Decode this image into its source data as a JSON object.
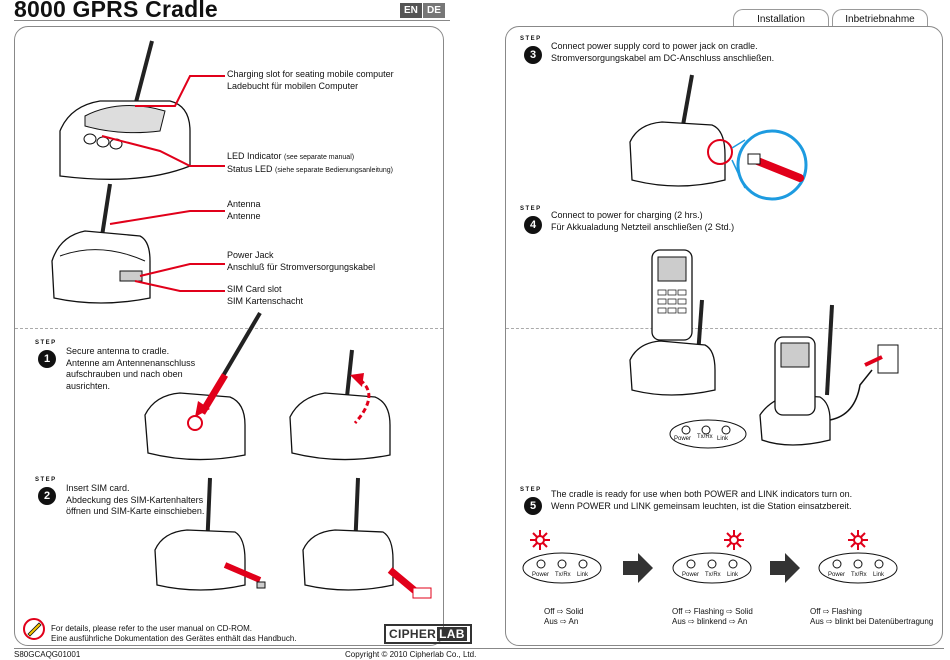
{
  "header": {
    "title": "8000 GPRS Cradle",
    "lang_en": "EN",
    "lang_de": "DE",
    "tab_installation": "Installation",
    "tab_inbetriebnahme": "Inbetriebnahme"
  },
  "left": {
    "callouts": [
      {
        "en": "Charging slot for seating mobile computer",
        "de": "Ladebucht für mobilen Computer"
      },
      {
        "en": "LED Indicator",
        "en_note": "(see separate manual)",
        "de": "Status LED",
        "de_note": "(siehe separate Bedienungsanleitung)"
      },
      {
        "en": "Antenna",
        "de": "Antenne"
      },
      {
        "en": "Power Jack",
        "de": "Anschluß für Stromversorgungskabel"
      },
      {
        "en": "SIM Card slot",
        "de": "SIM Kartenschacht"
      }
    ],
    "step_word": "STEP",
    "step1": {
      "num": "1",
      "lines": [
        "Secure antenna to cradle.",
        "Antenne am Antennenanschluss",
        "aufschrauben und nach oben",
        "ausrichten."
      ]
    },
    "step2": {
      "num": "2",
      "lines": [
        "Insert SIM card.",
        "Abdeckung des SIM-Kartenhalters",
        "öffnen und SIM-Karte einschieben."
      ]
    },
    "footer": {
      "line1": "For details, please refer to the user manual on CD-ROM.",
      "line2": "Eine ausführliche Dokumentation des Gerätes enthält das Handbuch."
    },
    "logo": {
      "a": "CIPHER",
      "b": "LAB"
    }
  },
  "right": {
    "step3": {
      "num": "3",
      "en": "Connect power supply cord to power jack on cradle.",
      "de": "Stromversorgungskabel am DC-Anschluss anschließen."
    },
    "step4": {
      "num": "4",
      "en": "Connect to power for charging (2 hrs.)",
      "de": "Für Akkualadung Netzteil anschließen (2 Std.)"
    },
    "step5": {
      "num": "5",
      "en": "The cradle is ready for use when both POWER and LINK indicators turn on.",
      "de": "Wenn POWER und LINK gemeinsam leuchten, ist die Station einsatzbereit."
    },
    "led_labels": [
      "Power",
      "Tx/Rx",
      "Link"
    ],
    "states": [
      {
        "l1a": "Off",
        "l1b": "Solid",
        "l2a": "Aus",
        "l2b": "An"
      },
      {
        "l1a": "Off",
        "l1b": "Flashing",
        "l1c": "Solid",
        "l2a": "Aus",
        "l2b": "blinkend",
        "l2c": "An"
      },
      {
        "l1a": "Off",
        "l1b": "Flashing",
        "l2a": "Aus",
        "l2b": "blinkt bei Datenübertragung"
      }
    ]
  },
  "bottom": {
    "code": "S80GCAQG01001",
    "copyright": "Copyright © 2010 Cipherlab Co., Ltd."
  },
  "colors": {
    "accent": "#e1001a",
    "blue": "#1d9be0",
    "frame": "#888888"
  }
}
